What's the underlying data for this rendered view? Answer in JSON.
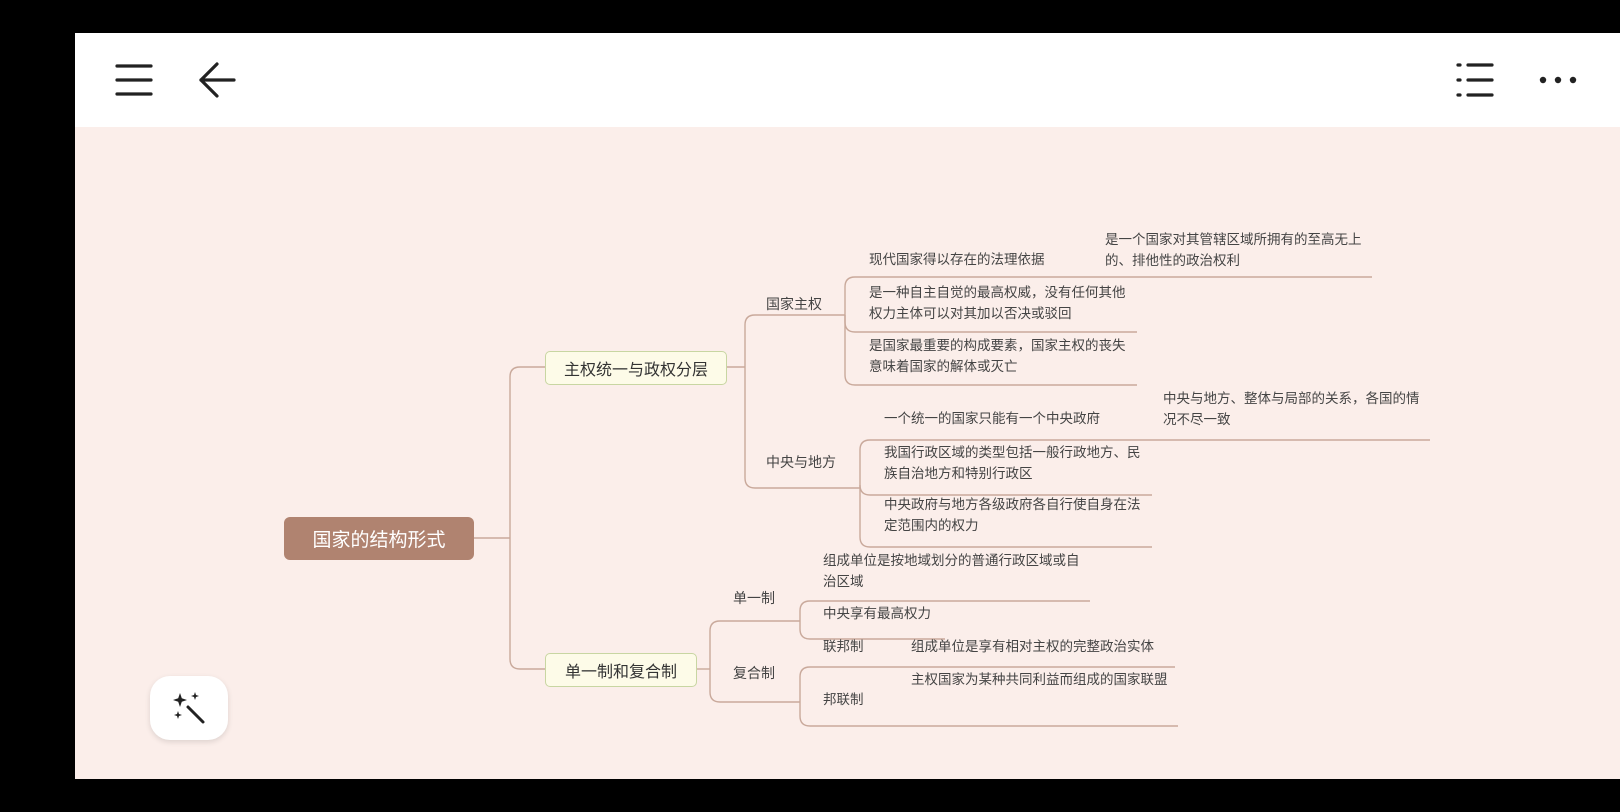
{
  "toolbar": {
    "menu_icon": "hamburger-menu-icon",
    "back_icon": "arrow-left-icon",
    "outline_icon": "outline-list-icon",
    "more_icon": "more-dots-icon"
  },
  "mindmap": {
    "root": "国家的结构形式",
    "branch1": {
      "label": "主权统一与政权分层",
      "sovereignty": {
        "label": "国家主权",
        "items": [
          "现代国家得以存在的法理依据",
          "是一个国家对其管辖区域所拥有的至高无上的、排他性的政治权利",
          "是一种自主自觉的最高权威，没有任何其他权力主体可以对其加以否决或驳回",
          "是国家最重要的构成要素，国家主权的丧失意味着国家的解体或灭亡"
        ]
      },
      "central_local": {
        "label": "中央与地方",
        "items": [
          "一个统一的国家只能有一个中央政府",
          "中央与地方、整体与局部的关系，各国的情况不尽一致",
          "我国行政区域的类型包括一般行政地方、民族自治地方和特别行政区",
          "中央政府与地方各级政府各自行使自身在法定范围内的权力"
        ]
      }
    },
    "branch2": {
      "label": "单一制和复合制",
      "unitary": {
        "label": "单一制",
        "items": [
          "组成单位是按地域划分的普通行政区域或自治区域",
          "中央享有最高权力"
        ]
      },
      "compound": {
        "label": "复合制",
        "federal": {
          "label": "联邦制",
          "desc": "组成单位是享有相对主权的完整政治实体"
        },
        "confederal": {
          "label": "邦联制",
          "desc": "主权国家为某种共同利益而组成的国家联盟"
        }
      }
    }
  },
  "fab": {
    "icon": "magic-wand-sparkles-icon"
  },
  "colors": {
    "canvas_bg": "#fbeeea",
    "root_bg": "#b08370",
    "branch_border": "#c8d6a2",
    "line": "#c9a99b"
  }
}
